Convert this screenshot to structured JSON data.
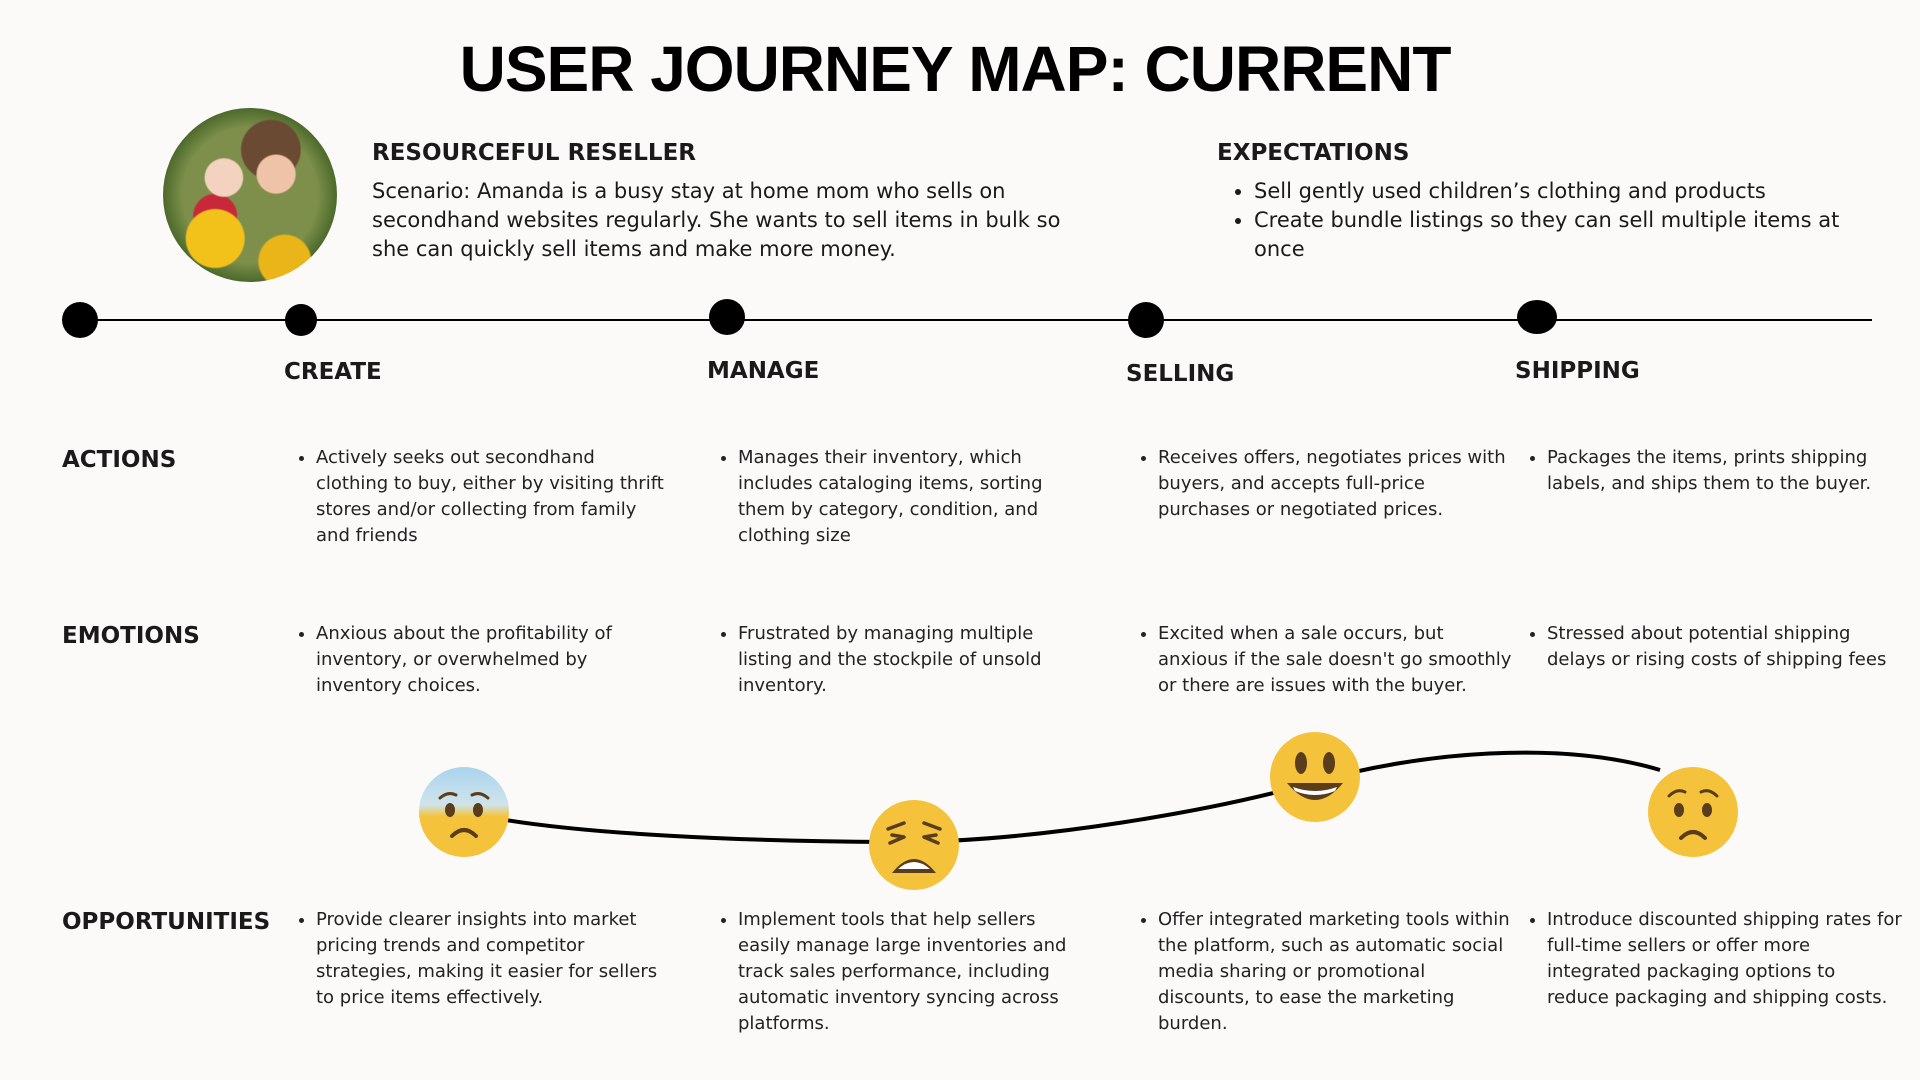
{
  "title": "USER JOURNEY MAP: CURRENT",
  "persona": {
    "name": "RESOURCEFUL RESELLER",
    "scenario": "Scenario: Amanda is a busy stay at home mom who sells on secondhand websites regularly. She wants to sell items in bulk so she can quickly sell items and make more money."
  },
  "expectations": {
    "title": "EXPECTATIONS",
    "items": [
      "Sell gently used children’s clothing and products",
      "Create bundle listings so they can sell multiple items at once"
    ]
  },
  "stages": [
    "CREATE",
    "MANAGE",
    "SELLING",
    "SHIPPING"
  ],
  "rows": {
    "actions": {
      "label": "ACTIONS",
      "cells": [
        "Actively seeks out secondhand clothing to buy, either by visiting thrift stores and/or collecting from family and friends",
        "Manages their inventory,  which includes cataloging items, sorting them by category, condition, and clothing size",
        "Receives offers, negotiates prices with buyers, and accepts full-price purchases or negotiated prices.",
        "Packages the items, prints shipping labels, and ships them to the buyer."
      ]
    },
    "emotions": {
      "label": "EMOTIONS",
      "cells": [
        "Anxious about the profitability of inventory, or overwhelmed by inventory choices.",
        "Frustrated by managing multiple listing and the  stockpile of unsold inventory.",
        "Excited when a sale occurs, but anxious if the sale doesn't go smoothly or there are issues with the buyer.",
        "Stressed about potential shipping delays or rising costs of shipping fees"
      ]
    },
    "opportunities": {
      "label": "OPPORTUNITIES",
      "cells": [
        "Provide clearer insights into market pricing trends and competitor strategies, making it easier for sellers to price items effectively.",
        "Implement tools that help sellers easily manage large inventories and track sales performance, including automatic inventory syncing across platforms.",
        "Offer integrated marketing tools within the platform, such as automatic social media sharing or promotional discounts, to ease the marketing burden.",
        "Introduce discounted shipping rates for full-time sellers or offer more integrated packaging options to reduce packaging and shipping costs."
      ]
    }
  },
  "emotion_icons": [
    "anxious-face-icon",
    "weary-face-icon",
    "smiling-face-icon",
    "worried-face-icon"
  ],
  "colors": {
    "emoji_yellow": "#f5c33b",
    "anxious_blue": "#a9d4ee",
    "line": "#000000",
    "background": "#fbfaf8"
  }
}
